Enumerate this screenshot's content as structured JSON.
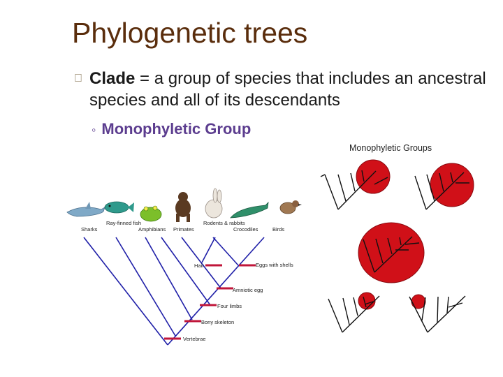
{
  "slide": {
    "title": "Phylogenetic trees",
    "bullet_term": "Clade",
    "bullet_rest": " = a group of species that includes an ancestral species and all of its descendants",
    "sub_bullet": "Monophyletic Group"
  },
  "tree_diagram": {
    "taxa": [
      "Sharks",
      "Ray-finned fish",
      "Amphibians",
      "Primates",
      "Rodents & rabbits",
      "Crocodiles",
      "Birds"
    ],
    "traits": [
      "Hair",
      "Eggs with shells",
      "Amniotic egg",
      "Four limbs",
      "Bony skeleton",
      "Vertebrae"
    ]
  },
  "groups_diagram": {
    "title": "Monophyletic Groups"
  },
  "colors": {
    "title": "#5a2d0c",
    "accent": "#5c3d8f",
    "branch": "#1f1fa8",
    "trait_mark": "#c0163a",
    "clade_fill": "#d01018"
  }
}
